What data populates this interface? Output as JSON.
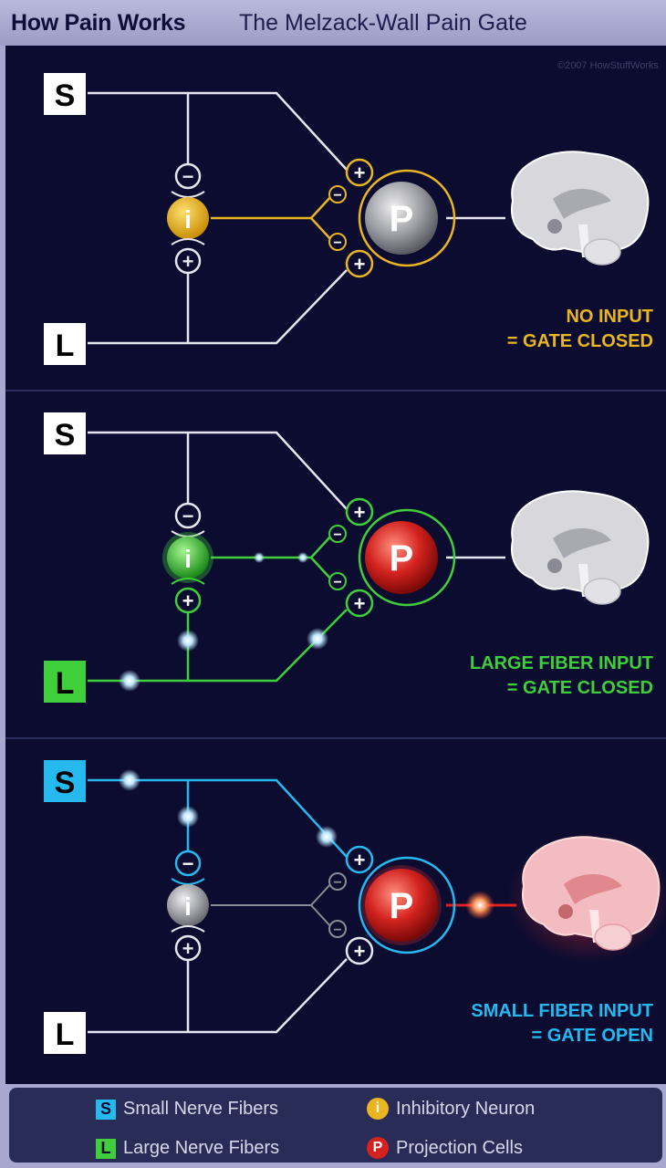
{
  "header": {
    "title": "How Pain Works",
    "subtitle": "The Melzack-Wall Pain Gate"
  },
  "copyright": "©2007 HowStuffWorks",
  "labels": {
    "small": "S",
    "large": "L",
    "inhibitory": "i",
    "projection": "P",
    "minus": "−",
    "plus": "+"
  },
  "panels": [
    {
      "caption_line1": "NO INPUT",
      "caption_line2": "= GATE CLOSED",
      "caption_color": "#e9b520"
    },
    {
      "caption_line1": "LARGE FIBER INPUT",
      "caption_line2": "= GATE CLOSED",
      "caption_color": "#3fcf3a"
    },
    {
      "caption_line1": "SMALL FIBER INPUT",
      "caption_line2": "= GATE OPEN",
      "caption_color": "#26b9f0"
    }
  ],
  "legend": {
    "small": "Small Nerve Fibers",
    "large": "Large Nerve Fibers",
    "inhibitory": "Inhibitory Neuron",
    "projection": "Projection Cells"
  },
  "colors": {
    "yellow": "#e9b520",
    "green": "#3fcf3a",
    "blue": "#26b9f0",
    "red": "#d4231f",
    "white": "#e6e6ee",
    "gray": "#9a9ca6"
  }
}
